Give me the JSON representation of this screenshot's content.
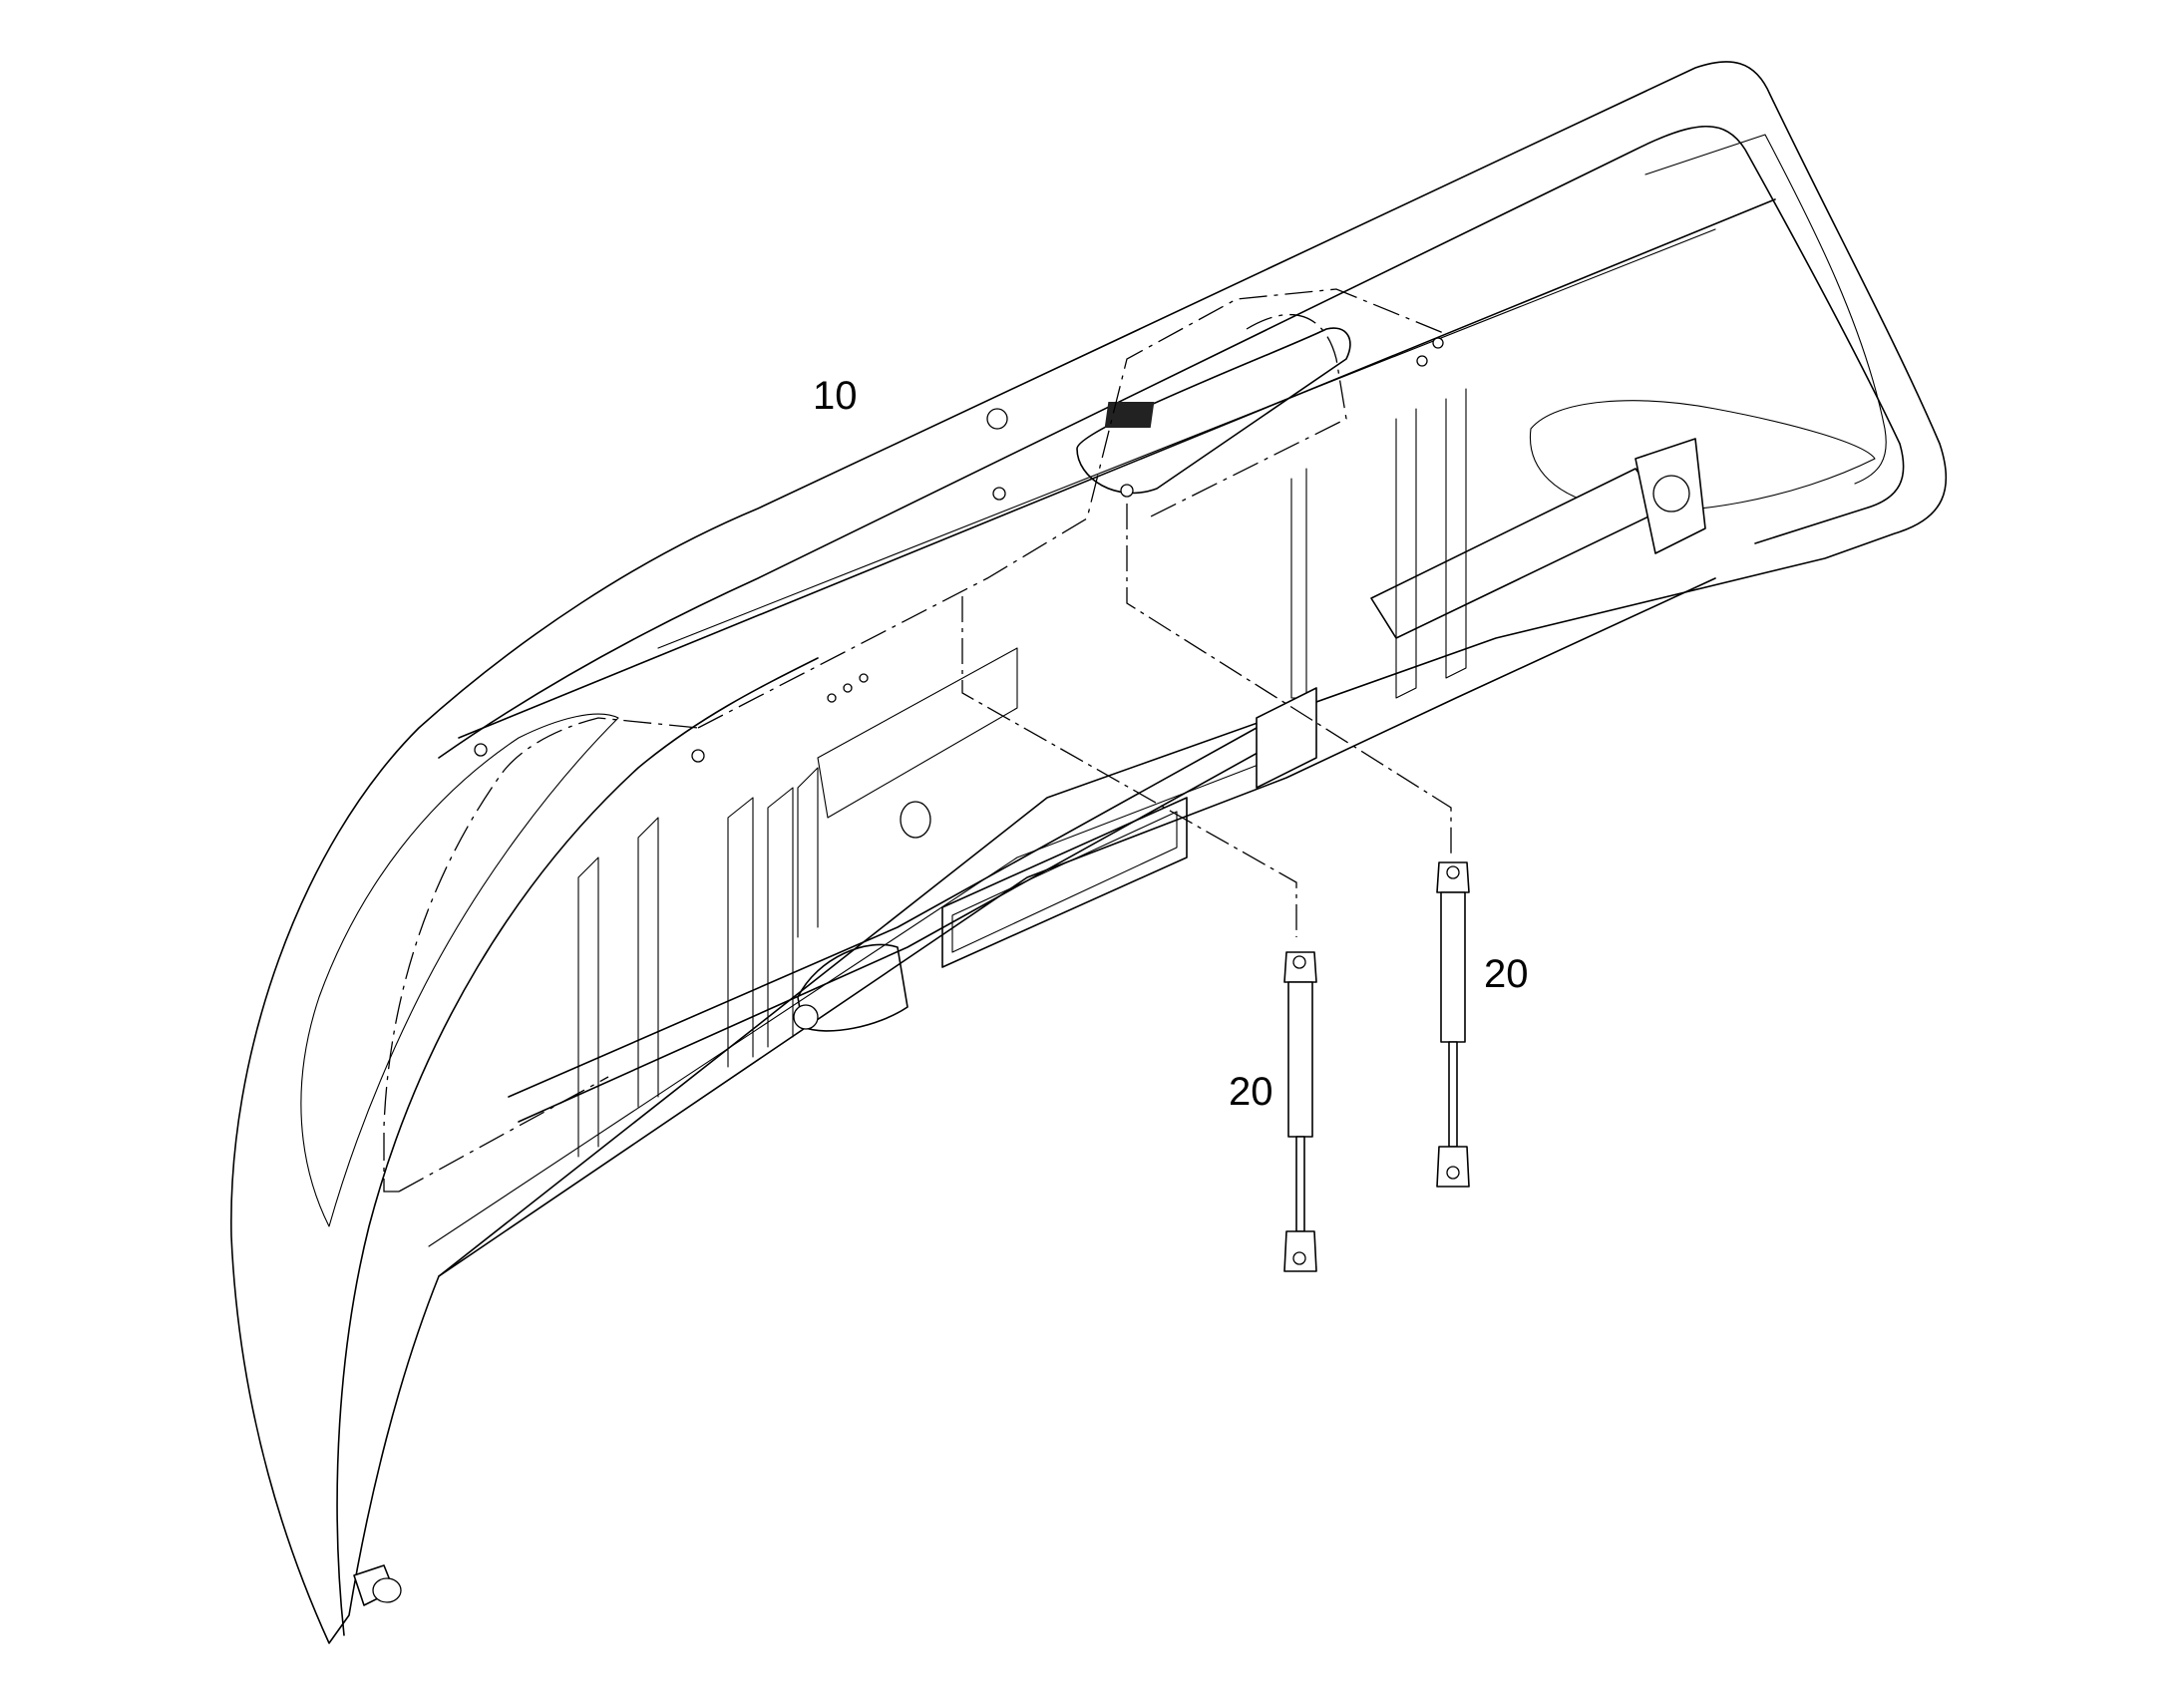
{
  "diagram": {
    "callouts": [
      {
        "id": "body-panel",
        "label": "10"
      },
      {
        "id": "gas-strut-left",
        "label": "20"
      },
      {
        "id": "gas-strut-right",
        "label": "20"
      }
    ],
    "colors": {
      "ink": "#000000",
      "paper": "#ffffff"
    }
  }
}
